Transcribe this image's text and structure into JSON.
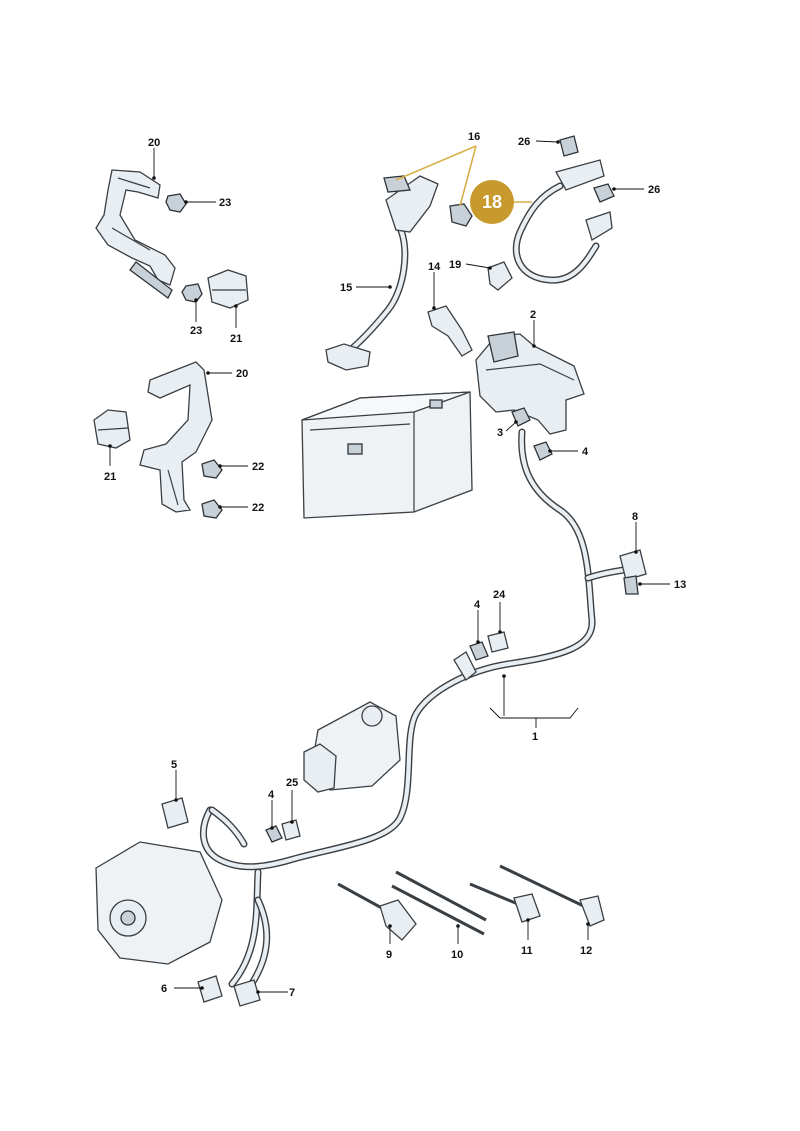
{
  "diagram": {
    "labels": {
      "l1": "1",
      "l2": "2",
      "l3": "3",
      "l4a": "4",
      "l4b": "4",
      "l4c": "4",
      "l5": "5",
      "l6": "6",
      "l7": "7",
      "l8": "8",
      "l9": "9",
      "l10": "10",
      "l11": "11",
      "l12": "12",
      "l13": "13",
      "l14": "14",
      "l15": "15",
      "l16": "16",
      "l19": "19",
      "l20a": "20",
      "l20b": "20",
      "l21a": "21",
      "l21b": "21",
      "l22a": "22",
      "l22b": "22",
      "l23a": "23",
      "l23b": "23",
      "l24": "24",
      "l25": "25",
      "l26a": "26",
      "l26b": "26"
    },
    "highlight": {
      "label": "18",
      "color": "#c89a2e"
    }
  }
}
